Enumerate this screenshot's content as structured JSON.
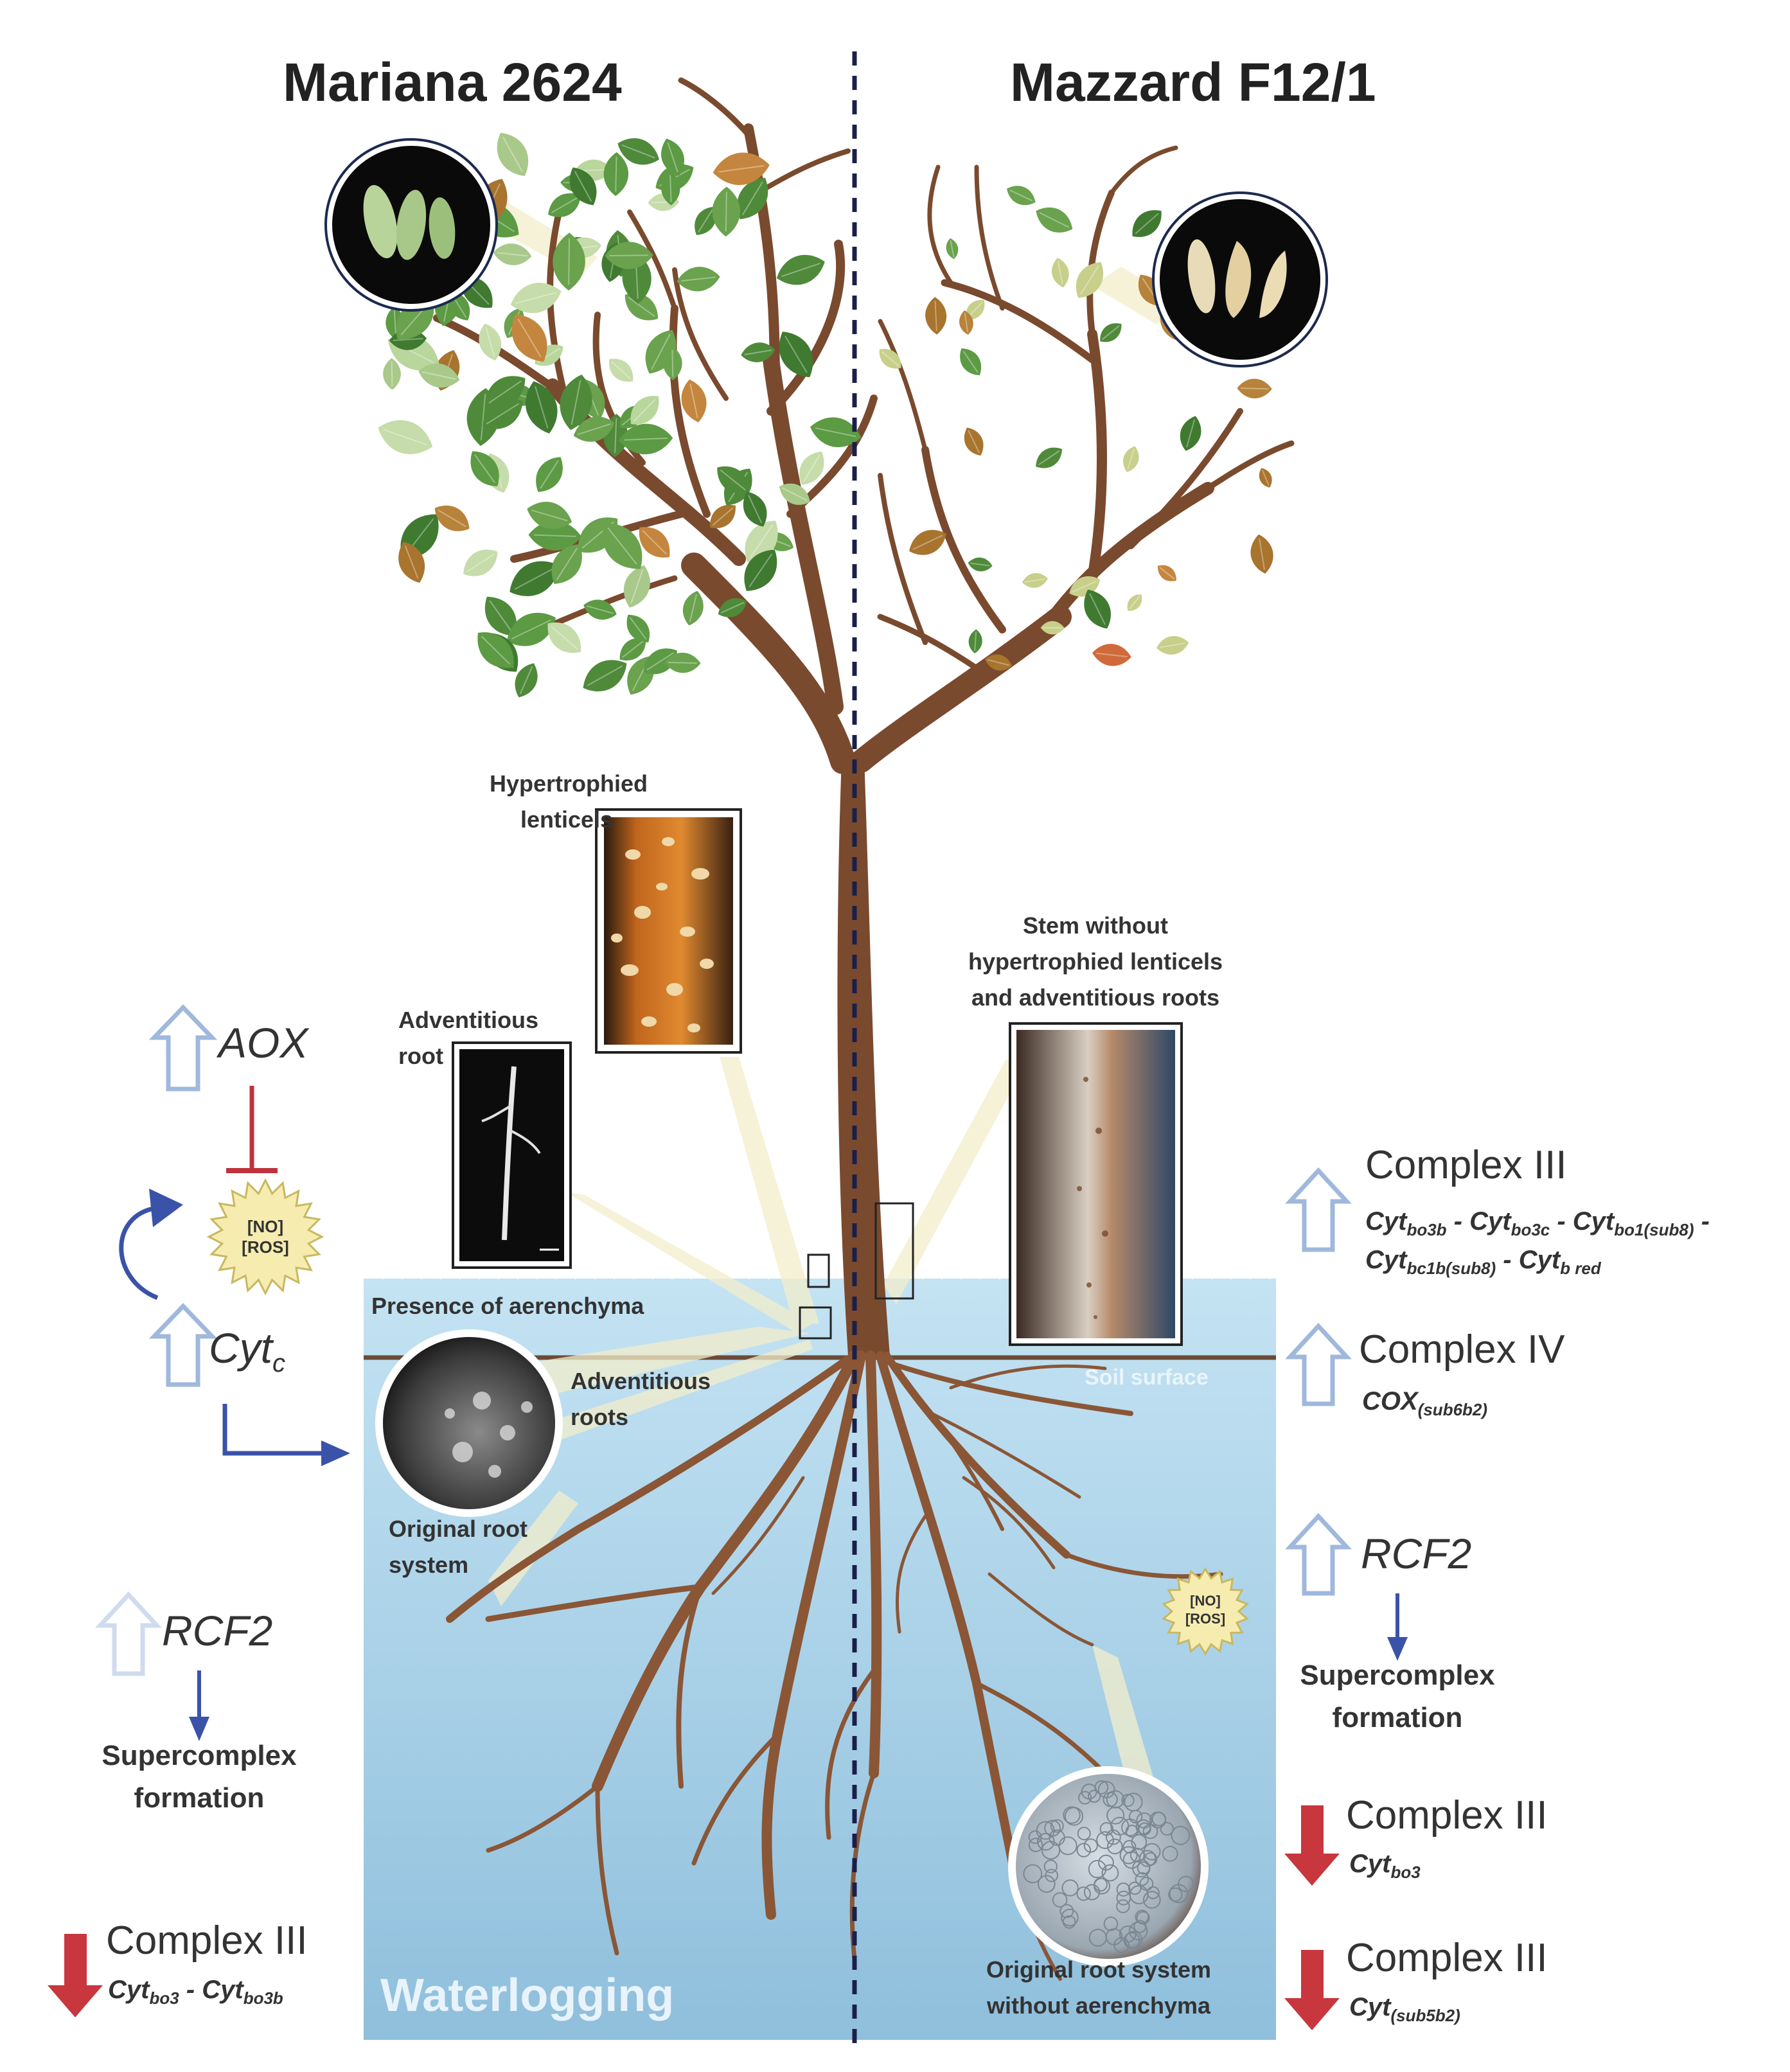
{
  "titles": {
    "left": "Mariana 2624",
    "right": "Mazzard F12/1"
  },
  "callouts": {
    "hypertrophied_lenticels": [
      "Hypertrophied",
      "lenticels"
    ],
    "adventitious_root": [
      "Adventitious",
      "root"
    ],
    "stem_without": [
      "Stem without",
      "hypertrophied lenticels",
      "and adventitious roots"
    ],
    "presence_aerenchyma": "Presence of aerenchyma",
    "adventitious_roots": [
      "Adventitious",
      "roots"
    ],
    "original_root_system": [
      "Original root",
      "system"
    ],
    "original_without": [
      "Original root system",
      "without aerenchyma"
    ],
    "soil_surface": "Soil surface",
    "waterlogging": "Waterlogging"
  },
  "bursts": {
    "no": "[NO]",
    "ros": "[ROS]"
  },
  "left_panel": {
    "aox": "AOX",
    "cyt_main": "Cyt",
    "cyt_sub": "c",
    "rcf2": "RCF2",
    "supercomplex": [
      "Supercomplex",
      "formation"
    ],
    "complex3": "Complex III",
    "cytbo3": "bo3",
    "cytbo3b": "bo3b"
  },
  "right_panel": {
    "complex3_up": "Complex III",
    "line1": [
      {
        "base": "Cyt",
        "sub": "bo3b"
      },
      {
        "base": "Cyt",
        "sub": "bo3c"
      },
      {
        "base": "Cyt",
        "sub": "bo1(sub8)"
      }
    ],
    "line2": [
      {
        "base": "Cyt",
        "sub": "bc1b(sub8)"
      },
      {
        "base": "Cyt",
        "sub": "b red"
      }
    ],
    "complex4": "Complex IV",
    "cox": "COX",
    "cox_sub": "(sub6b2)",
    "rcf2": "RCF2",
    "supercomplex": [
      "Supercomplex",
      "formation"
    ],
    "complex3_down1": "Complex III",
    "cytbo3": "bo3",
    "complex3_down2": "Complex III",
    "cyt_sub5b2": "(sub5b2)"
  },
  "colors": {
    "water": "#a9d3ea",
    "water_deep": "#8cc0de",
    "trunk": "#7a4a2e",
    "leaf": "#4f8a3a",
    "leaf_light": "#a8c98a",
    "leaf_brown": "#a8742e",
    "arrow_up": "#9fb8dc",
    "arrow_down": "#c8363e",
    "arrow_blue": "#3a52a8",
    "inhibit": "#c0323a",
    "burst": "#f6ecb0",
    "cone": "#f1ecc8"
  }
}
